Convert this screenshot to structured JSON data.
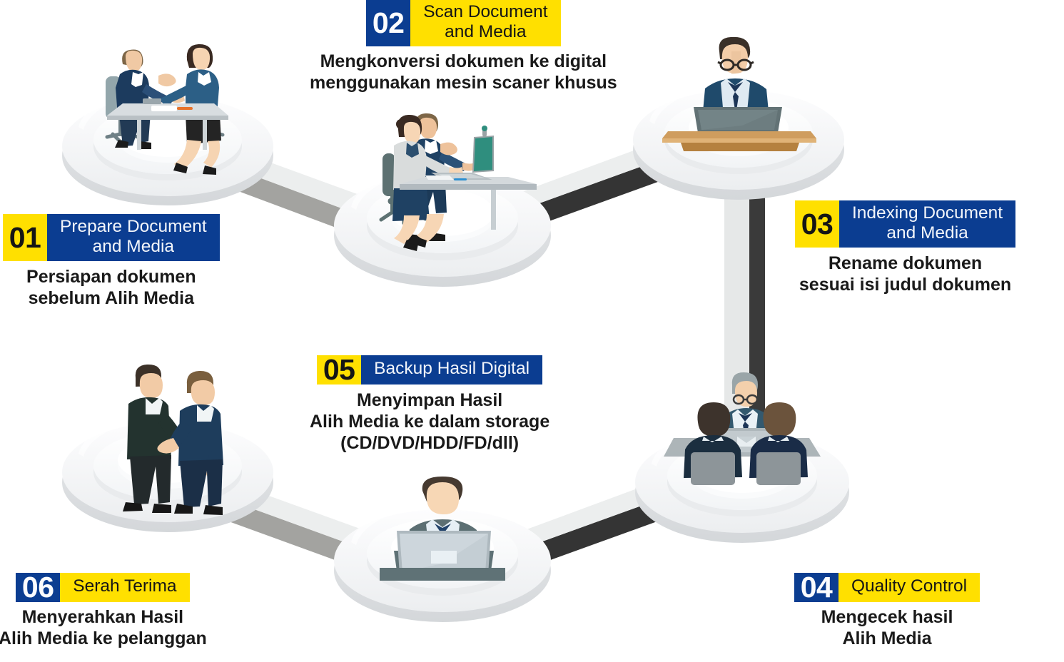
{
  "diagram": {
    "kind": "process-flow-infographic",
    "colors": {
      "blue": "#0B3D91",
      "yellow": "#FFE000",
      "text_dark": "#1a1a1a",
      "platform_light": "#f4f6f8",
      "connector_light": "#ebecec",
      "connector_gray": "#a0a09d",
      "connector_dark": "#343434"
    },
    "steps": [
      {
        "number": "01",
        "title": "Prepare Document\nand Media",
        "description": "Persiapan dokumen\nsebelum Alih Media",
        "style": "blue-title",
        "scene": "two-people-at-desk-icon"
      },
      {
        "number": "02",
        "title": "Scan Document\nand Media",
        "description": "Mengkonversi dokumen ke digital\nmenggunakan mesin scaner khusus",
        "style": "yellow-title",
        "scene": "two-people-at-laptop-desk-icon"
      },
      {
        "number": "03",
        "title": "Indexing Document\nand Media",
        "description": "Rename dokumen\nsesuai isi judul dokumen",
        "style": "blue-title",
        "scene": "man-with-glasses-at-laptop-icon"
      },
      {
        "number": "04",
        "title": "Quality Control",
        "description": "Mengecek hasil\nAlih Media",
        "style": "yellow-title",
        "scene": "three-people-meeting-laptop-icon"
      },
      {
        "number": "05",
        "title": "Backup Hasil Digital",
        "description": "Menyimpan Hasil\nAlih Media ke dalam storage\n(CD/DVD/HDD/FD/dll)",
        "style": "blue-title",
        "scene": "man-at-laptop-icon"
      },
      {
        "number": "06",
        "title": "Serah Terima",
        "description": "Menyerahkan Hasil\nAlih Media ke pelanggan",
        "style": "yellow-title",
        "scene": "handshake-two-businessmen-icon"
      }
    ]
  }
}
